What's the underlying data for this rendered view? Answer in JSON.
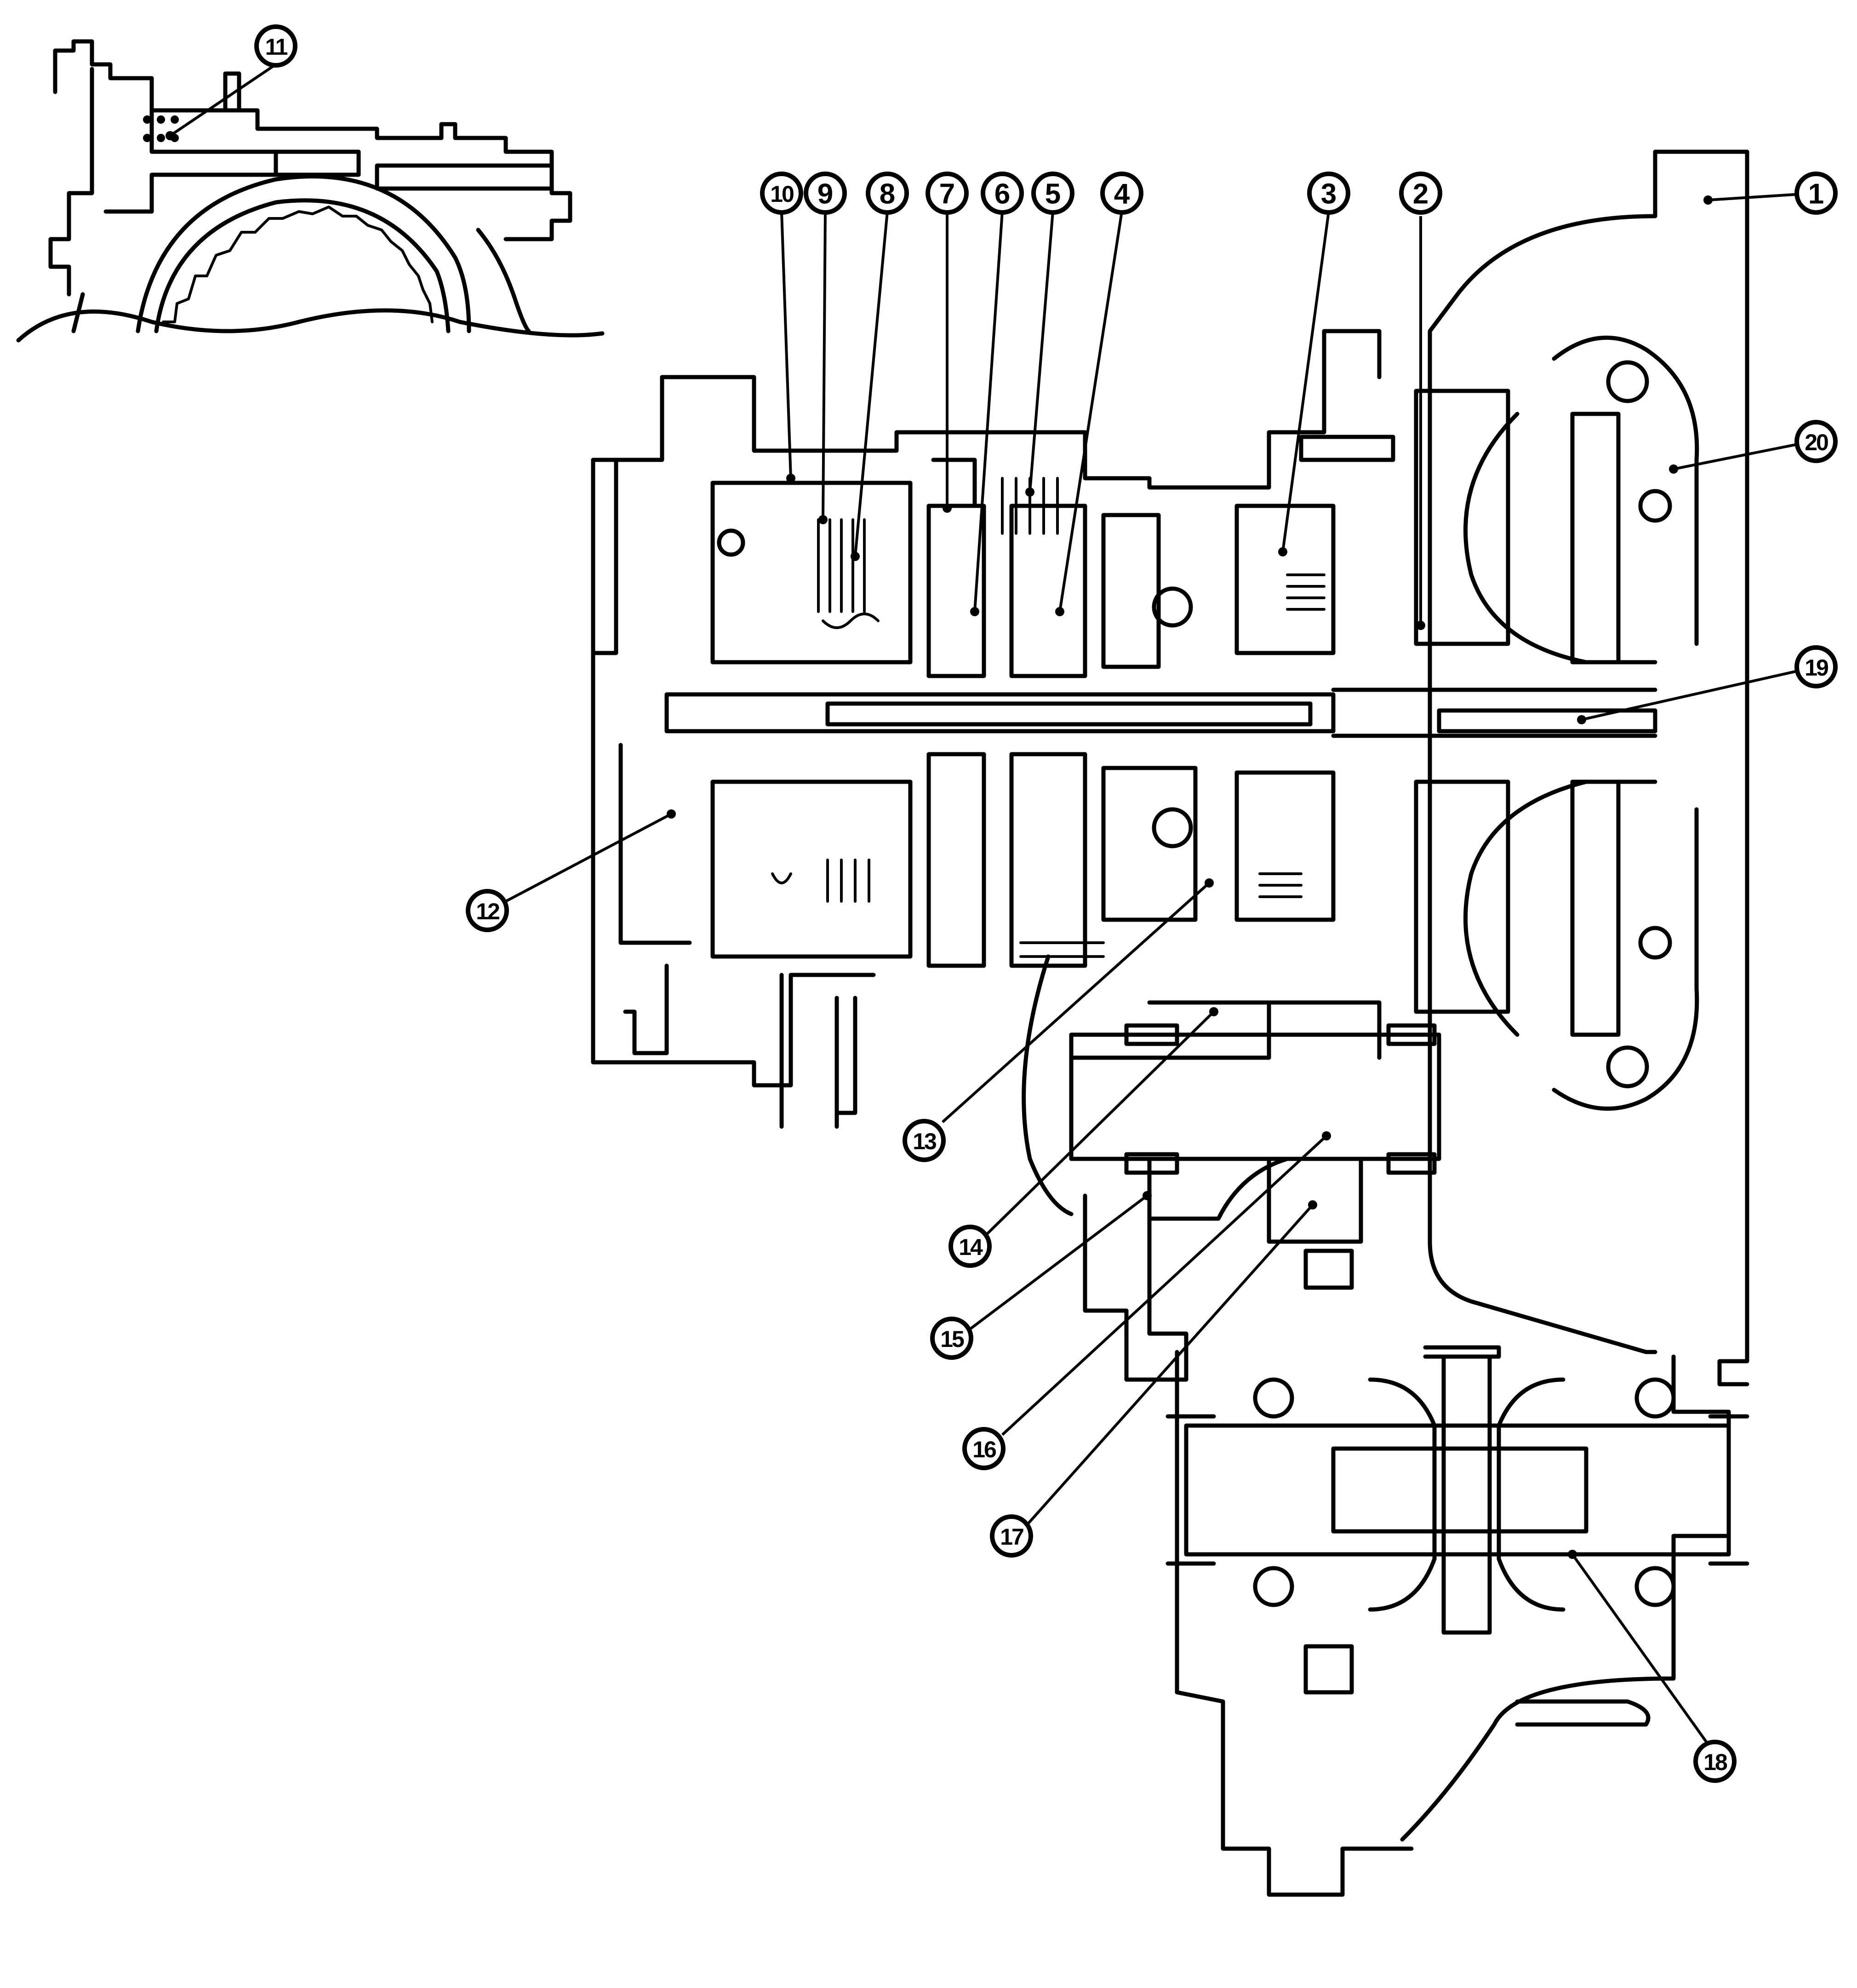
{
  "colors": {
    "line": "#000000",
    "background": "#ffffff"
  },
  "callouts": [
    {
      "id": "1",
      "label": "①"
    },
    {
      "id": "2",
      "label": "②"
    },
    {
      "id": "3",
      "label": "③"
    },
    {
      "id": "4",
      "label": "④"
    },
    {
      "id": "5",
      "label": "⑤"
    },
    {
      "id": "6",
      "label": "⑥"
    },
    {
      "id": "7",
      "label": "⑦"
    },
    {
      "id": "8",
      "label": "⑧"
    },
    {
      "id": "9",
      "label": "⑨"
    },
    {
      "id": "10",
      "label": "⑩"
    },
    {
      "id": "11",
      "label": "⑪"
    },
    {
      "id": "12",
      "label": "⑫"
    },
    {
      "id": "13",
      "label": "⑬"
    },
    {
      "id": "14",
      "label": "⑭"
    },
    {
      "id": "15",
      "label": "⑮"
    },
    {
      "id": "16",
      "label": "⑯"
    },
    {
      "id": "17",
      "label": "⑰"
    },
    {
      "id": "18",
      "label": "⑱"
    },
    {
      "id": "19",
      "label": "⑲"
    },
    {
      "id": "20",
      "label": "⑳"
    }
  ]
}
